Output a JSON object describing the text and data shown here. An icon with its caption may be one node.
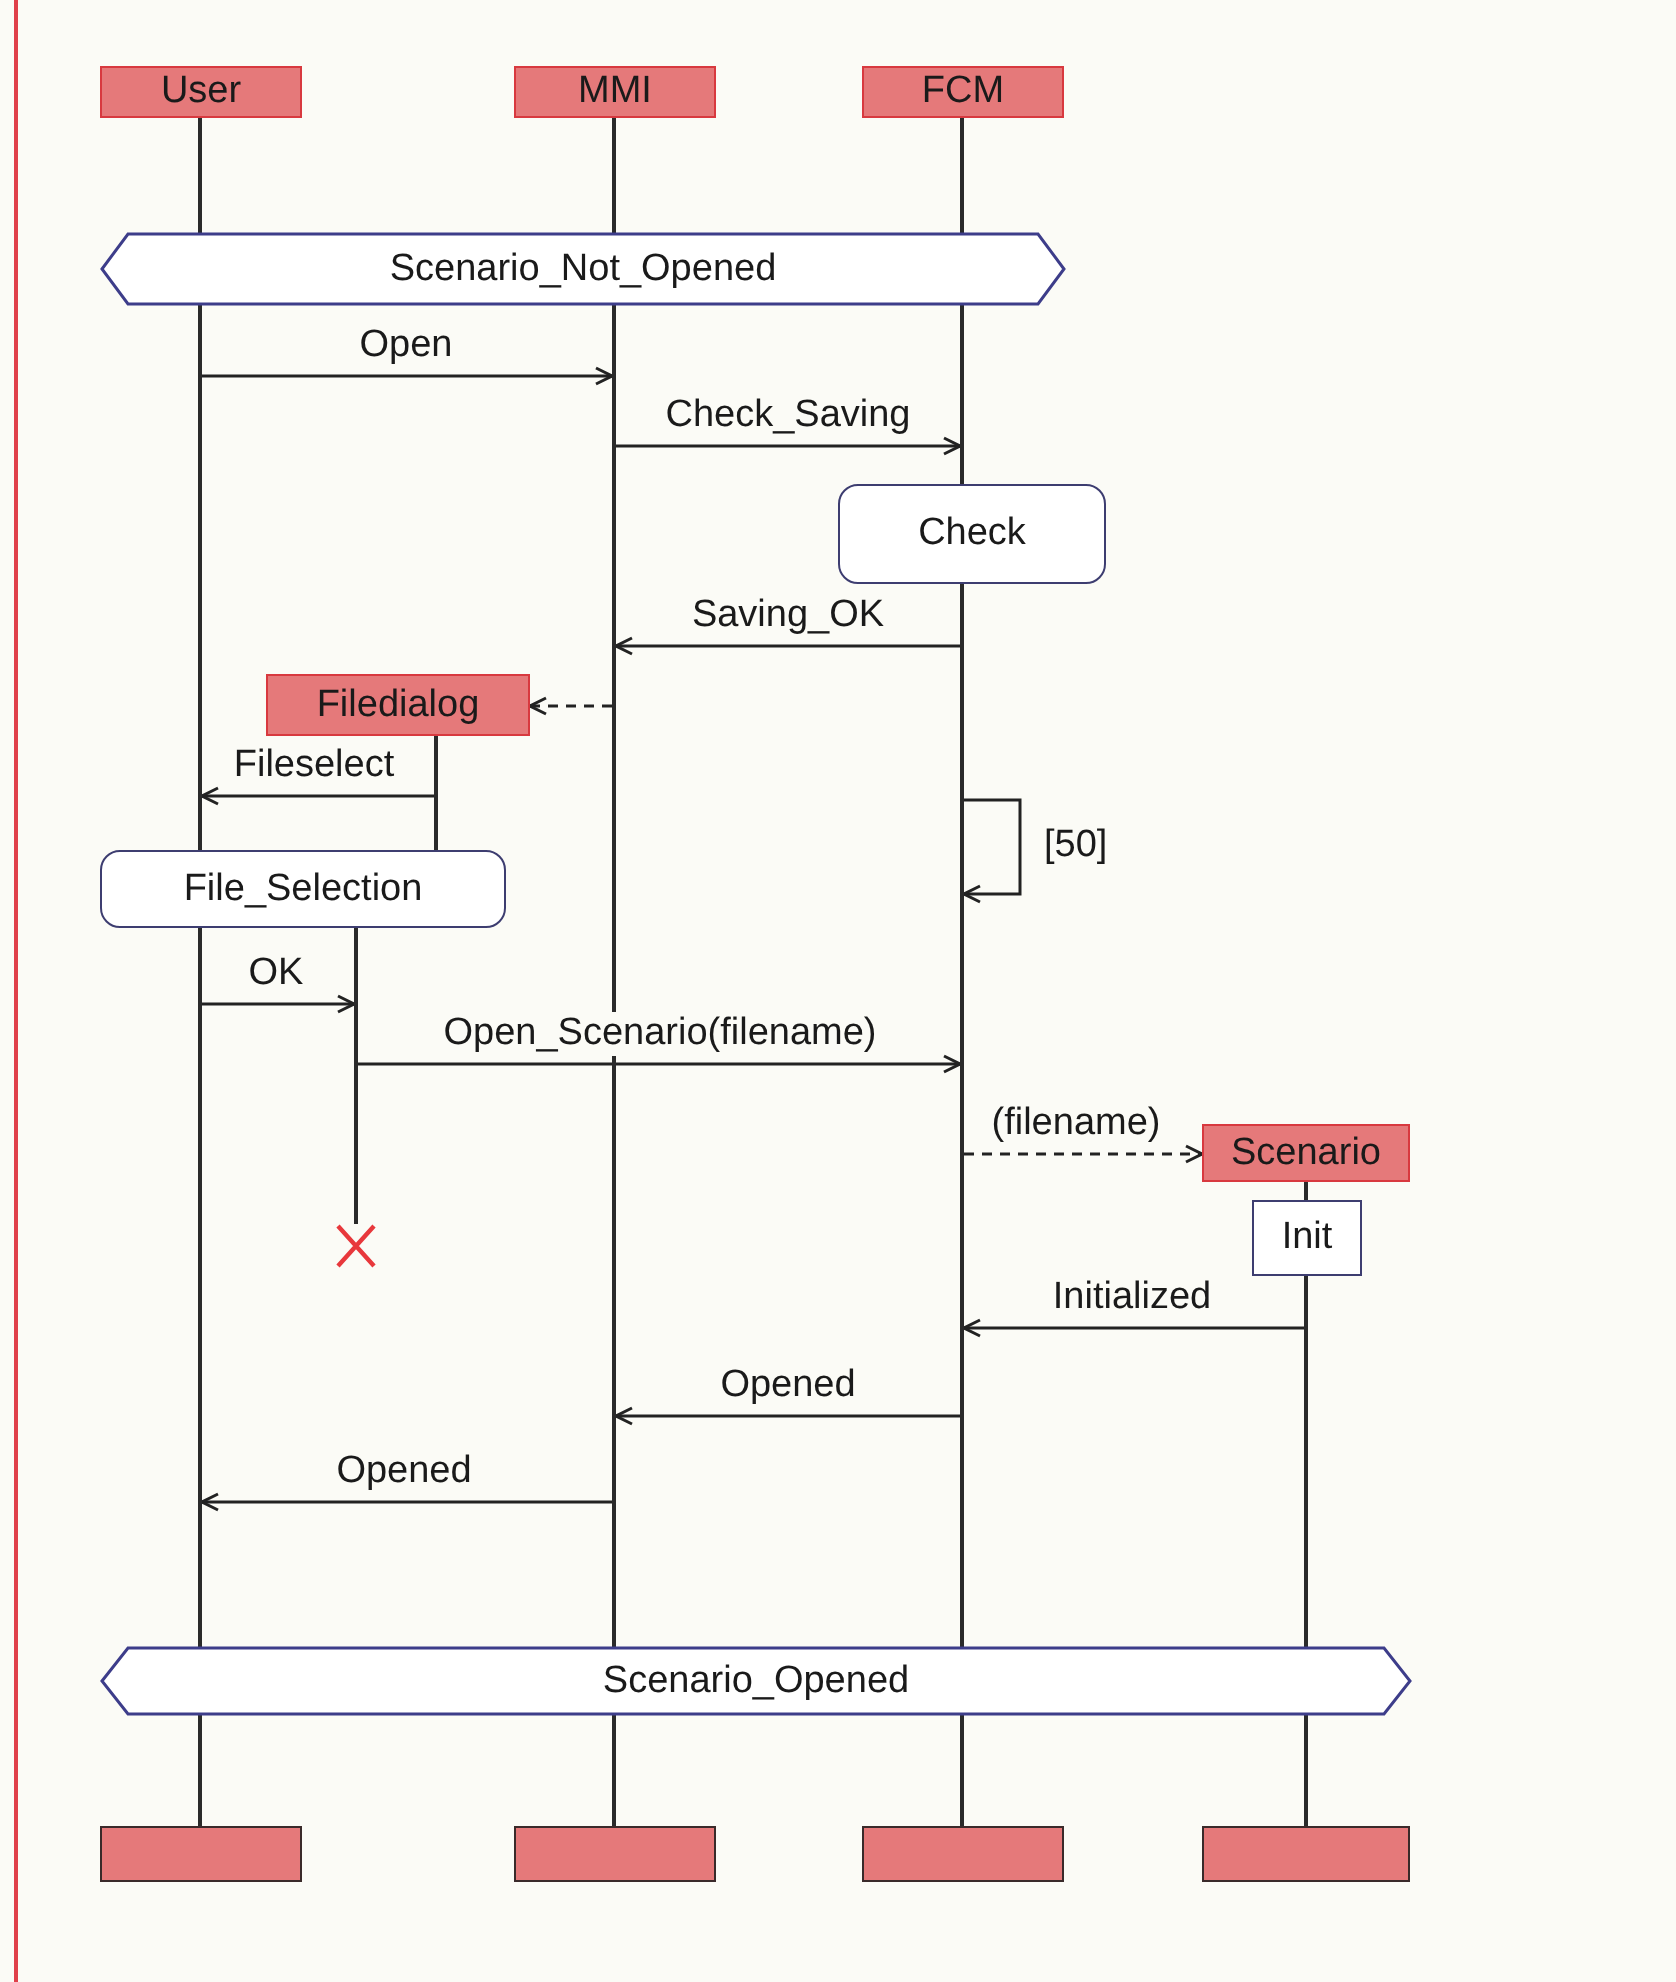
{
  "diagram": {
    "nodes": [
      {
        "text": [
          "User"
        ]
      },
      {
        "text": [
          "MMI"
        ]
      },
      {
        "text": [
          "FCM"
        ]
      },
      {
        "text": [
          "Scenario_Not_Opened"
        ]
      },
      {
        "text": [
          "Check"
        ]
      },
      {
        "text": [
          "Filedialog"
        ]
      },
      {
        "text": [
          "File_Selection"
        ]
      },
      {
        "text": [
          "Scenario"
        ]
      },
      {
        "text": [
          "Init"
        ]
      },
      {
        "text": [
          "Scenario_Opened"
        ]
      },
      {
        "text": [],
        "shape": "bar"
      },
      {
        "text": [],
        "shape": "bar"
      },
      {
        "text": [],
        "shape": "bar"
      },
      {
        "text": [],
        "shape": "bar"
      },
      {
        "text": [],
        "shape": "line"
      },
      {
        "text": [],
        "shape": "line"
      },
      {
        "text": [],
        "shape": "line"
      },
      {
        "text": [],
        "shape": "line"
      },
      {
        "text": [],
        "shape": "line"
      },
      {
        "text": [],
        "shape": "line"
      },
      {
        "text": [],
        "shape": "line"
      },
      {
        "text": [],
        "shape": "line"
      }
    ],
    "edges": [
      {
        "from": 14,
        "to": 15,
        "arrow": "to",
        "label": "Open"
      },
      {
        "from": 15,
        "to": 16,
        "arrow": "to",
        "label": "Check_Saving"
      },
      {
        "from": 17,
        "to": 15,
        "arrow": "to",
        "label": "Saving_OK"
      },
      {
        "from": 15,
        "to": 5,
        "arrow": "to",
        "style": "dashed"
      },
      {
        "from": 18,
        "to": 14,
        "arrow": "to",
        "label": "Fileselect"
      },
      {
        "from": 17,
        "to": 17,
        "arrow": "to",
        "label": "[50]"
      },
      {
        "from": 14,
        "to": 19,
        "arrow": "to",
        "label": "OK"
      },
      {
        "from": 19,
        "to": 17,
        "arrow": "to",
        "label": "Open_Scenario(filename)"
      },
      {
        "from": 17,
        "to": 7,
        "arrow": "to",
        "style": "dashed",
        "label": "(filename)"
      },
      {
        "from": 21,
        "to": 17,
        "arrow": "to",
        "label": "Initialized"
      },
      {
        "from": 17,
        "to": 15,
        "arrow": "to",
        "label": "Opened"
      },
      {
        "from": 15,
        "to": 14,
        "arrow": "to",
        "label": "Opened"
      }
    ]
  }
}
